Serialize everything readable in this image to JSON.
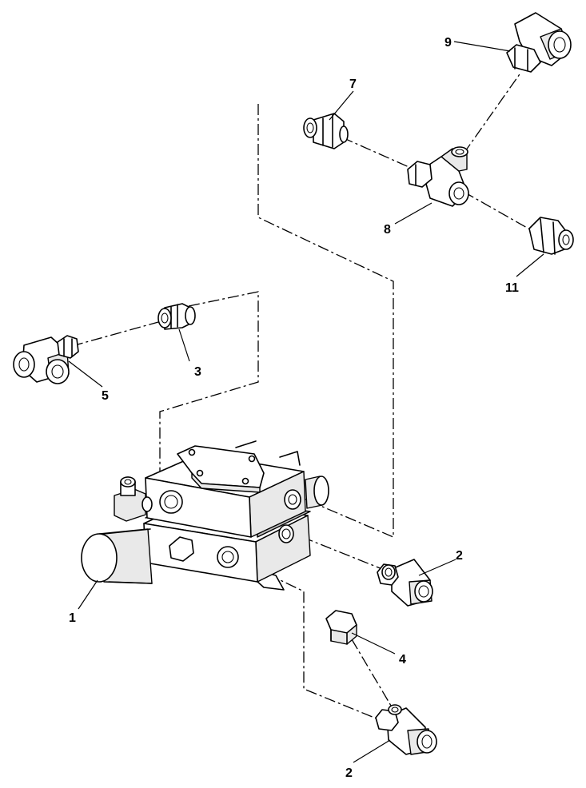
{
  "diagram": {
    "callouts": [
      {
        "id": "c1",
        "text": "1"
      },
      {
        "id": "c2a",
        "text": "2"
      },
      {
        "id": "c2b",
        "text": "2"
      },
      {
        "id": "c3",
        "text": "3"
      },
      {
        "id": "c4",
        "text": "4"
      },
      {
        "id": "c5",
        "text": "5"
      },
      {
        "id": "c7",
        "text": "7"
      },
      {
        "id": "c8",
        "text": "8"
      },
      {
        "id": "c9",
        "text": "9"
      },
      {
        "id": "c11",
        "text": "11"
      }
    ]
  }
}
